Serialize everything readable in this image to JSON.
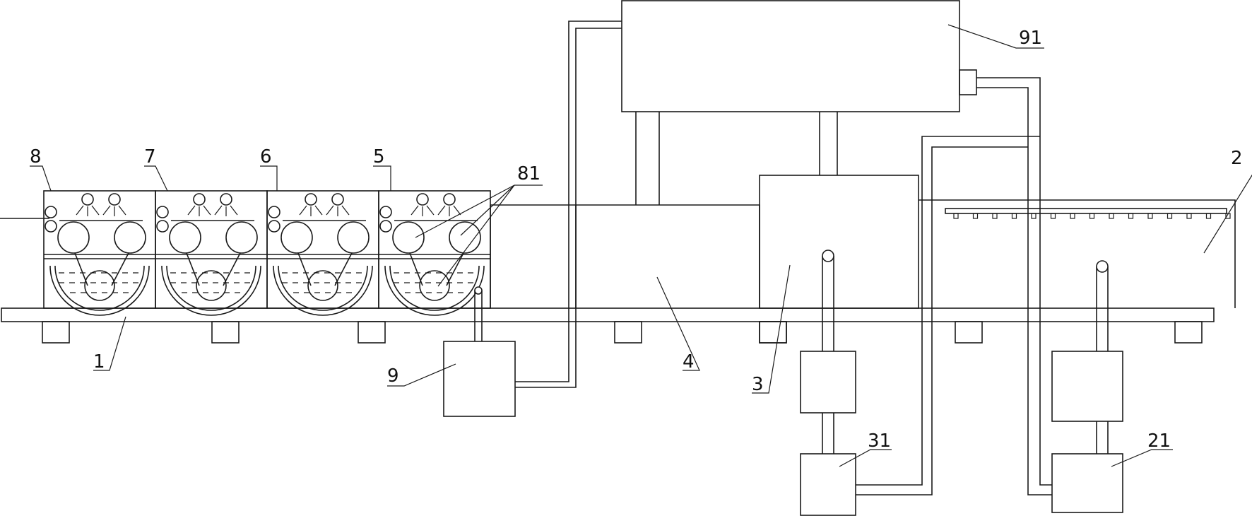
{
  "labels": {
    "l1": "1",
    "l2": "2",
    "l3": "3",
    "l4": "4",
    "l5": "5",
    "l6": "6",
    "l7": "7",
    "l8": "8",
    "l9": "9",
    "l21": "21",
    "l31": "31",
    "l81": "81",
    "l91": "91"
  }
}
